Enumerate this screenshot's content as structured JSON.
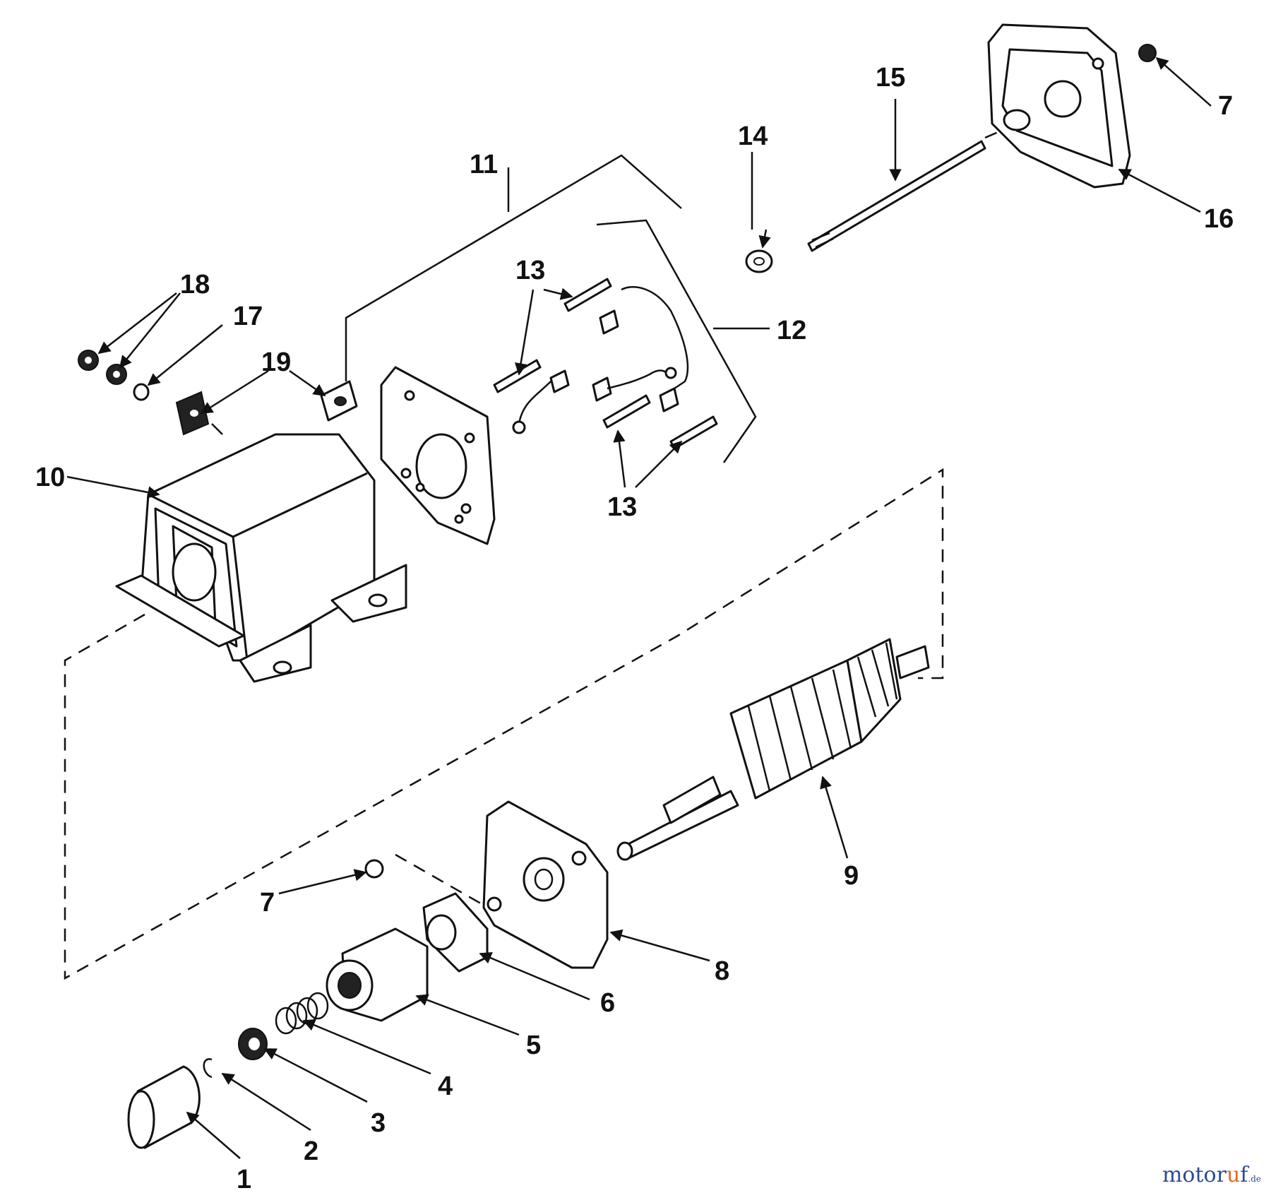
{
  "callouts": {
    "c1": "1",
    "c2": "2",
    "c3": "3",
    "c4": "4",
    "c5": "5",
    "c6": "6",
    "c7a": "7",
    "c7b": "7",
    "c8": "8",
    "c9": "9",
    "c10": "10",
    "c11": "11",
    "c12": "12",
    "c13a": "13",
    "c13b": "13",
    "c14": "14",
    "c15": "15",
    "c16": "16",
    "c17": "17",
    "c18": "18",
    "c19": "19"
  },
  "watermark": {
    "part1": "motor",
    "part2": "u",
    "part3": "f",
    "suffix": ".de"
  },
  "colors": {
    "ink": "#111111",
    "watermark_blue": "#2b4d8f",
    "watermark_orange": "#e36b1a"
  }
}
